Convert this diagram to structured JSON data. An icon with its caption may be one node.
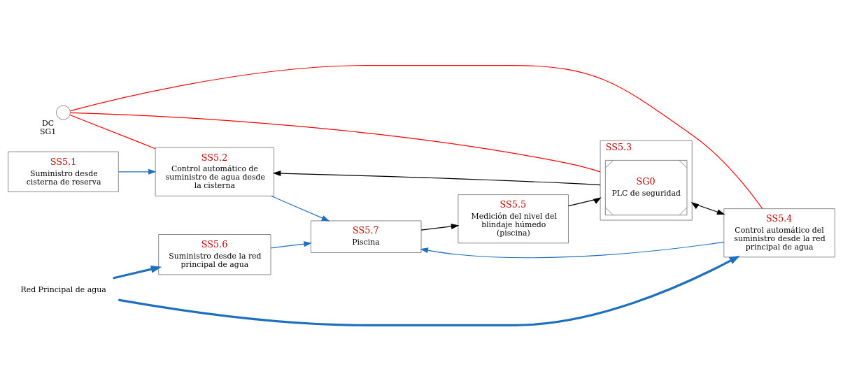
{
  "diagram": {
    "nodes": [
      {
        "text": [
          "SS5.1",
          "Suministro desde cisterna de reserva"
        ]
      },
      {
        "text": [
          "SS5.2",
          "Control automático de suministro de agua desde la cisterna"
        ]
      },
      {
        "text": [
          "SS5.3"
        ]
      },
      {
        "text": [
          "SG0",
          "PLC de seguridad"
        ],
        "in": 2
      },
      {
        "text": [
          "SS5.5",
          "Medición del nivel del blindaje húmedo (piscina)"
        ]
      },
      {
        "text": [
          "SS5.7",
          "Piscina"
        ]
      },
      {
        "text": [
          "SS5.4",
          "Control automático del suministro desde la red principal de agua"
        ]
      },
      {
        "text": [
          "SS5.6",
          "Suministro desde la red principal de agua"
        ]
      },
      {
        "text": [],
        "shape": "circle",
        "beside": [
          "DC",
          "SG1"
        ]
      },
      {
        "text": [
          "Red Principal de agua"
        ]
      }
    ],
    "edges": [
      {
        "from": 0,
        "to": 1,
        "arrow": "to"
      },
      {
        "from": 1,
        "to": 5,
        "arrow": "to"
      },
      {
        "from": 2,
        "to": 1,
        "arrow": "to",
        "color": "#000000"
      },
      {
        "from": 5,
        "to": 4,
        "arrow": "to",
        "color": "#000000"
      },
      {
        "from": 4,
        "to": 2,
        "arrow": "to",
        "color": "#000000"
      },
      {
        "from": 2,
        "to": 6,
        "arrow": "both",
        "color": "#000000"
      },
      {
        "from": 6,
        "to": 5,
        "arrow": "to"
      },
      {
        "from": 7,
        "to": 5,
        "arrow": "to"
      },
      {
        "from": 9,
        "to": 6,
        "arrow": "to",
        "style": "thick"
      },
      {
        "from": 9,
        "to": 7,
        "arrow": "to",
        "style": "thick"
      },
      {
        "from": 8,
        "to": 2,
        "arrow": "none",
        "color": "#ff0000"
      },
      {
        "from": 8,
        "to": 1,
        "arrow": "none",
        "color": "#ff0000"
      },
      {
        "from": 8,
        "to": 6,
        "arrow": "none",
        "color": "#ff0000"
      }
    ]
  }
}
